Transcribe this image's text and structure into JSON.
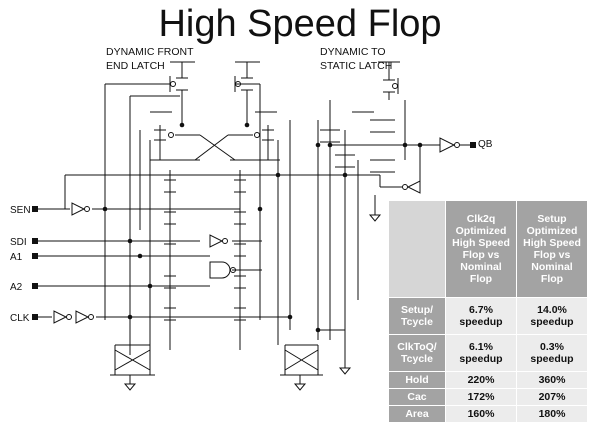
{
  "title": "High Speed Flop",
  "circuit": {
    "label_front": [
      "DYNAMIC FRONT",
      "END LATCH"
    ],
    "label_static": [
      "DYNAMIC TO",
      "STATIC LATCH"
    ],
    "inputs": [
      "SEN",
      "SDI",
      "A1",
      "A2",
      "CLK"
    ],
    "output": "QB"
  },
  "table": {
    "headers": [
      "",
      "Clk2q Optimized High Speed Flop vs Nominal Flop",
      "Setup Optimized High Speed Flop vs Nominal Flop"
    ],
    "rows": [
      {
        "metric": "Setup/ Tcycle",
        "clk2q": "6.7% speedup",
        "setup": "14.0% speedup"
      },
      {
        "metric": "ClkToQ/ Tcycle",
        "clk2q": "6.1% speedup",
        "setup": "0.3% speedup"
      },
      {
        "metric": "Hold",
        "clk2q": "220%",
        "setup": "360%"
      },
      {
        "metric": "Cac",
        "clk2q": "172%",
        "setup": "207%"
      },
      {
        "metric": "Area",
        "clk2q": "160%",
        "setup": "180%"
      }
    ]
  }
}
